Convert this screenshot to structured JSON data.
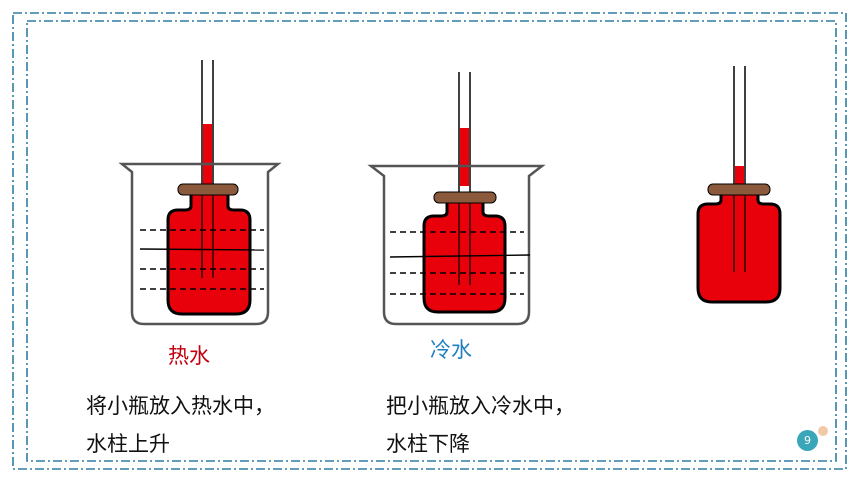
{
  "labels": {
    "hot": "热水",
    "cold": "冷水"
  },
  "captions": {
    "hot_line1": "将小瓶放入热水中，",
    "hot_line2": "水柱上升",
    "cold_line1": "把小瓶放入冷水中，",
    "cold_line2": "水柱下降"
  },
  "page_number": "9",
  "colors": {
    "liquid": "#e8000b",
    "stopper": "#8b5a3c",
    "hot_label": "#c0000c",
    "cold_label": "#1f7fc0",
    "frame": "#2e7fa3"
  }
}
